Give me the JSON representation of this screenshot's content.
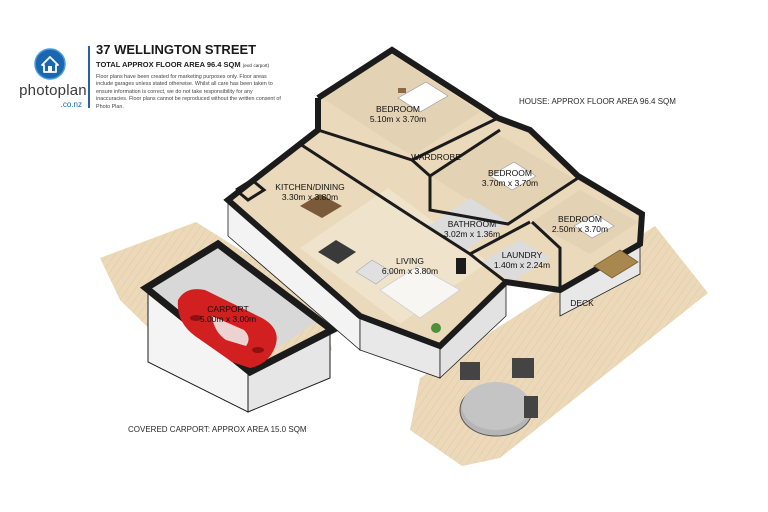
{
  "brand": {
    "name": "photoplan",
    "domain": ".co.nz",
    "logo_icon": "house-globe-icon"
  },
  "header": {
    "title": "37 WELLINGTON STREET",
    "subtitle": "TOTAL APPROX FLOOR AREA 96.4 SQM",
    "subtitle_note": "(excl carport)",
    "disclaimer": "Floor plans have been created for marketing purposes only. Floor areas include garages unless stated otherwise. Whilst all care has been taken to ensure information is correct, we do not take responsibility for any inaccuracies. Floor plans cannot be reproduced without the written consent of Photo Plan."
  },
  "areas": {
    "house": "HOUSE: APPROX FLOOR AREA 96.4 SQM",
    "carport": "COVERED CARPORT: APPROX AREA 15.0 SQM"
  },
  "rooms": [
    {
      "id": "bedroom-1",
      "name": "BEDROOM",
      "dims": "5.10m x 3.70m"
    },
    {
      "id": "wardrobe",
      "name": "WARDROBE",
      "dims": ""
    },
    {
      "id": "bedroom-2",
      "name": "BEDROOM",
      "dims": "3.70m x 3.70m"
    },
    {
      "id": "kitchen-dining",
      "name": "KITCHEN/DINING",
      "dims": "3.30m x 3.80m"
    },
    {
      "id": "bedroom-3",
      "name": "BEDROOM",
      "dims": "2.50m x 3.70m"
    },
    {
      "id": "bathroom",
      "name": "BATHROOM",
      "dims": "3.02m x 1.36m"
    },
    {
      "id": "laundry",
      "name": "LAUNDRY",
      "dims": "1.40m x 2.24m"
    },
    {
      "id": "living",
      "name": "LIVING",
      "dims": "6.00m x 3.80m"
    },
    {
      "id": "carport",
      "name": "CARPORT",
      "dims": "5.00m x 3.00m"
    },
    {
      "id": "deck",
      "name": "DECK",
      "dims": ""
    }
  ],
  "colors": {
    "wall": "#1b1b1b",
    "floor": "#e9dcc4",
    "outdoor": "#ecd9b9",
    "wall_face": "#f2f2f2",
    "car": "#d21f1f",
    "brand_blue": "#1a67b0"
  }
}
